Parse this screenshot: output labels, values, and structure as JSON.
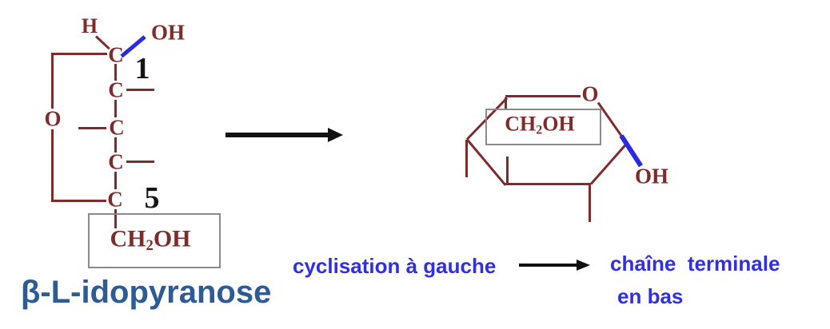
{
  "colors": {
    "bond_maroon": "#7e2b2b",
    "bond_blue": "#2a2ae0",
    "caption_blue": "#3030e0",
    "name_blue": "#2d5b94",
    "box_border_gray": "#8a8a8a",
    "arrow_black": "#111111",
    "background": "#ffffff"
  },
  "fischer": {
    "h_label": "H",
    "oh_label": "OH",
    "ring_o_label": "O",
    "carbons": [
      "C",
      "C",
      "C",
      "C",
      "C"
    ],
    "c1_number": "1",
    "c5_number": "5",
    "ch2oh": {
      "pre": "CH",
      "sub": "2",
      "post": "OH"
    },
    "name": "β-L-idopyranose"
  },
  "haworth": {
    "ring_o_label": "O",
    "oh_label": "OH",
    "ch2oh": {
      "pre": "CH",
      "sub": "2",
      "post": "OH"
    }
  },
  "caption": {
    "left": "cyclisation à gauche",
    "right_line1": "chaîne  terminale",
    "right_line2": "en bas"
  }
}
